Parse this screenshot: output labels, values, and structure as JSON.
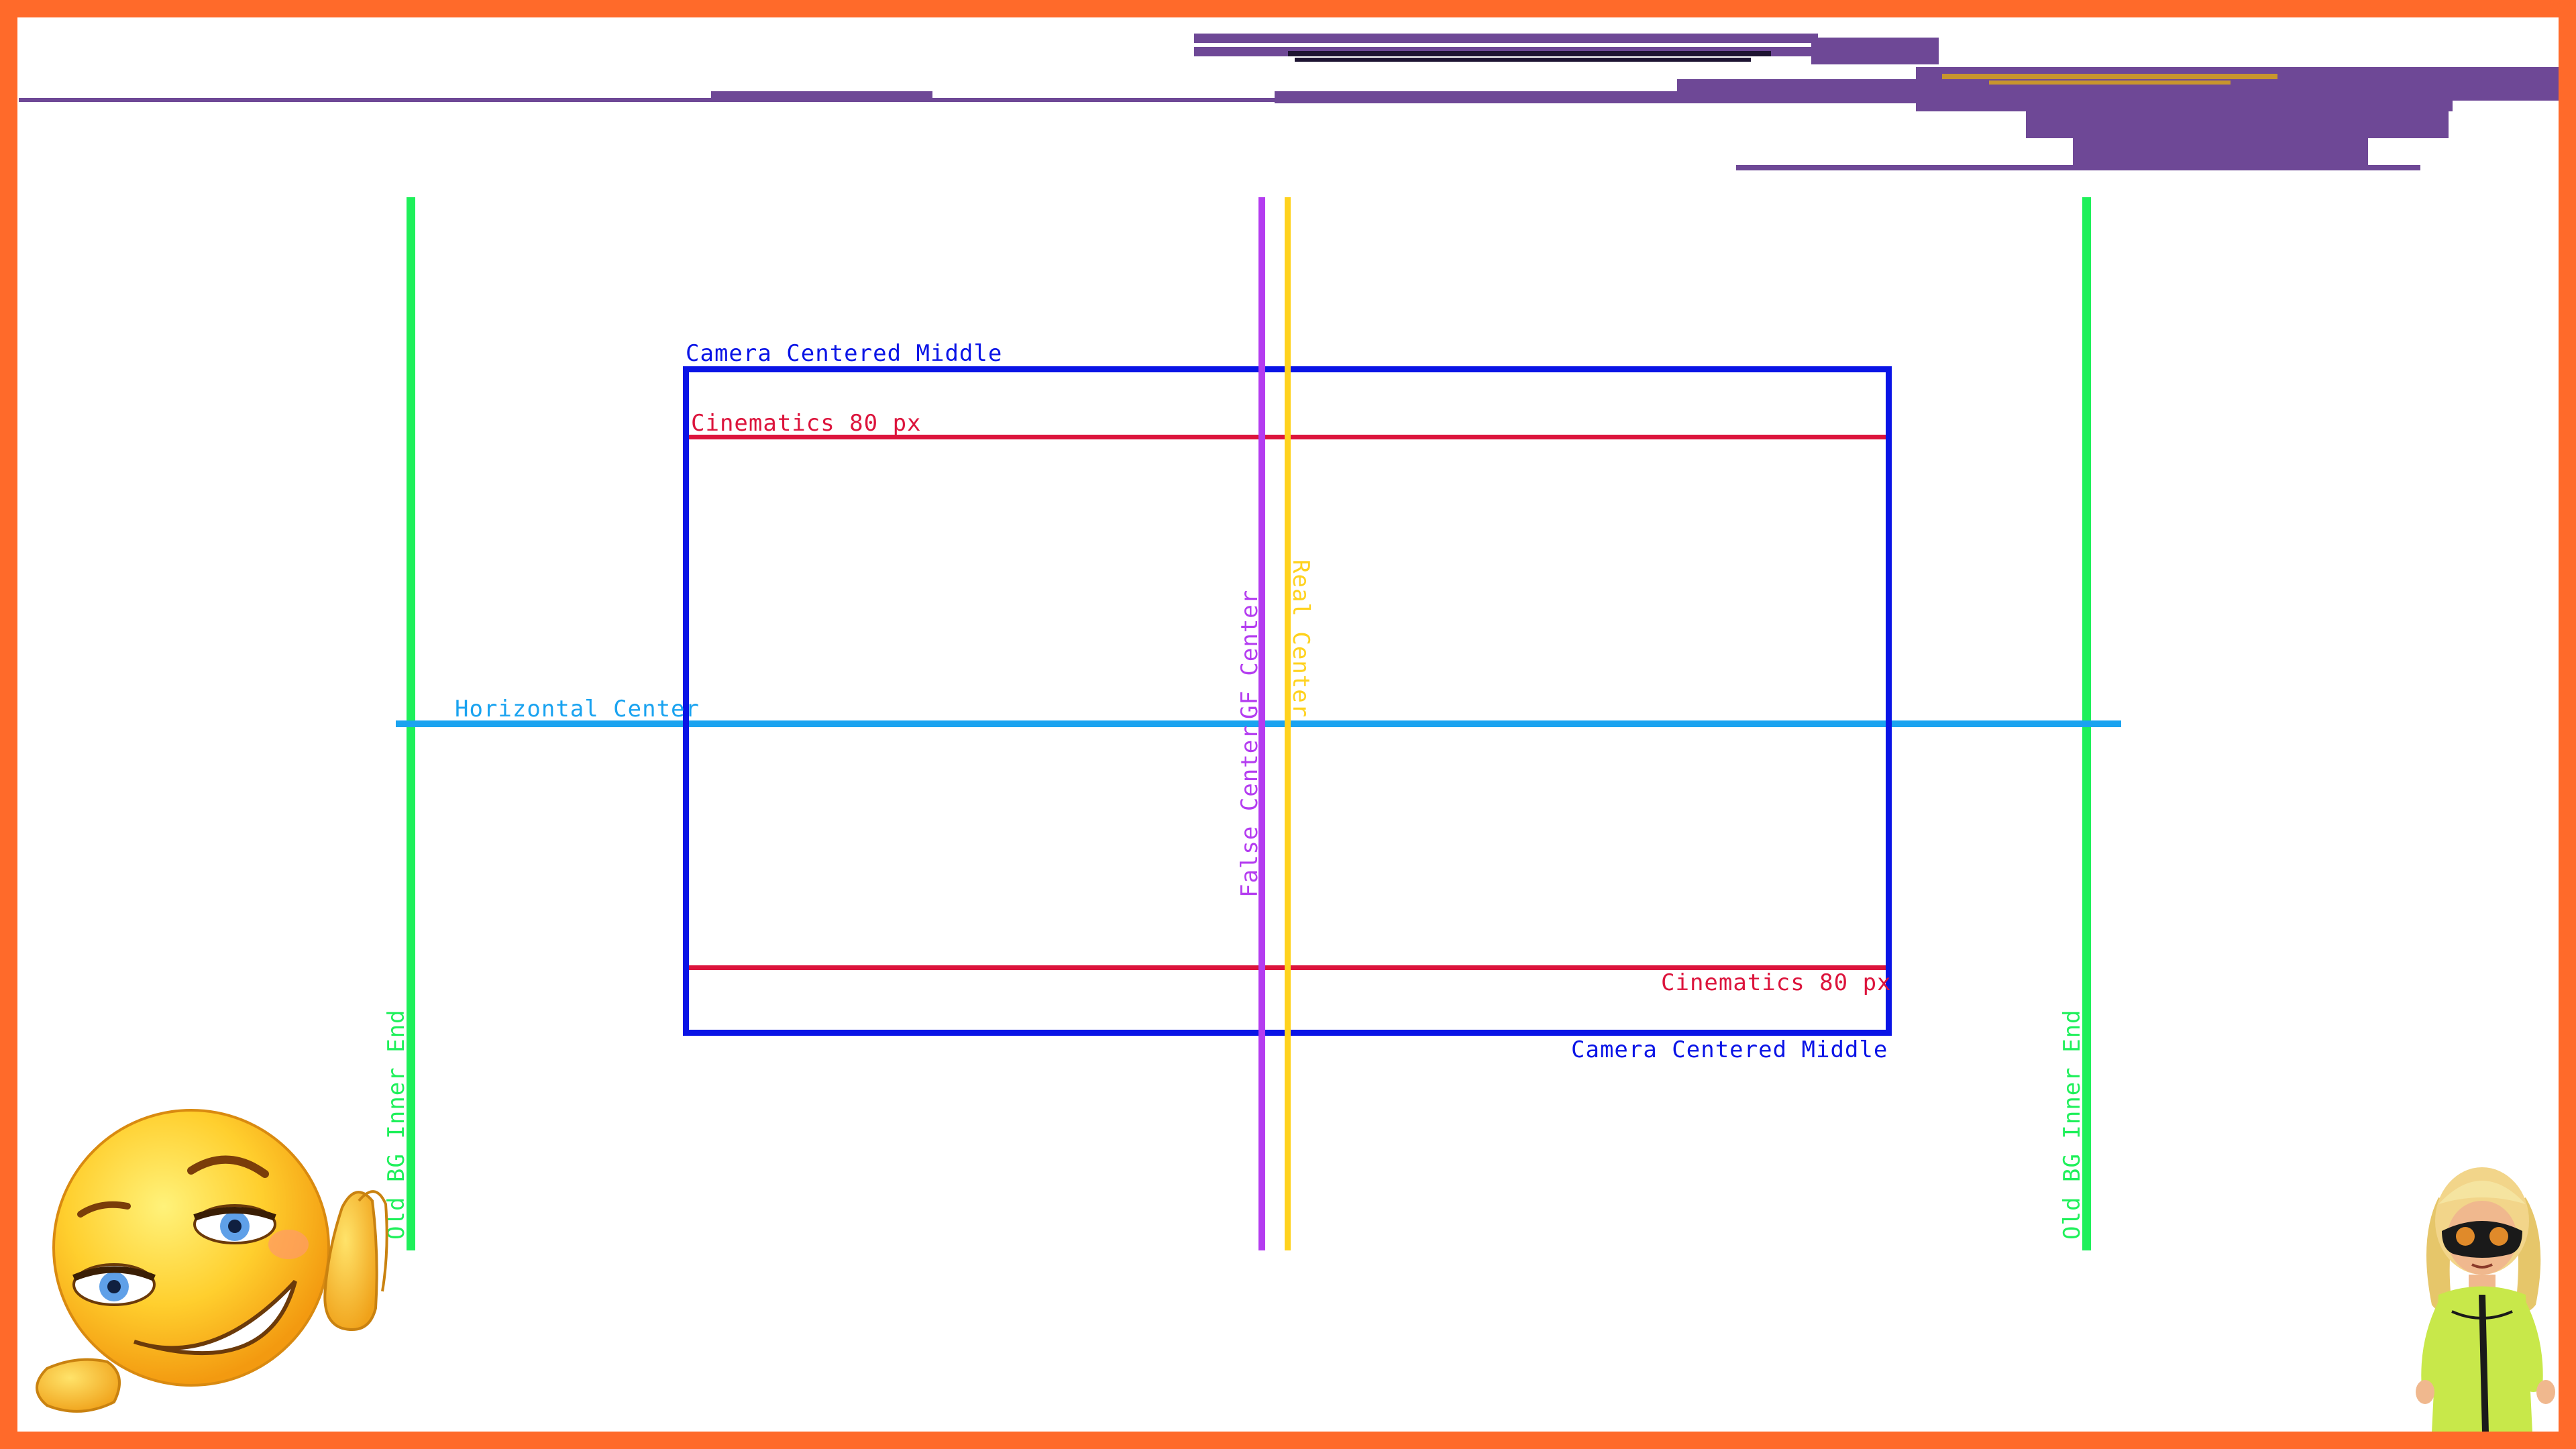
{
  "colors": {
    "frame": "#ff6a2a",
    "camera_box": "#0a14e6",
    "cinematics": "#dc143c",
    "horizontal_center": "#1aa3f0",
    "old_bg": "#1ef05a",
    "false_center": "#b43cf0",
    "real_center": "#ffd21e",
    "purple_bars": "#6e4896",
    "dark_bars": "#1e1432",
    "gold_bar": "#c8962d"
  },
  "labels": {
    "camera_top": "Camera Centered Middle",
    "camera_bottom": "Camera Centered Middle",
    "cinematics_top": "Cinematics 80 px",
    "cinematics_bottom": "Cinematics 80 px",
    "horizontal_center": "Horizontal Center",
    "false_center": "False Center",
    "gf_center": "GF Center",
    "real_center": "Real Center",
    "old_bg_left": "Old BG Inner End",
    "old_bg_right": "Old BG Inner End"
  },
  "decorations": {
    "left": "smirking-emoji-icon",
    "right": "inkling-character-icon"
  }
}
